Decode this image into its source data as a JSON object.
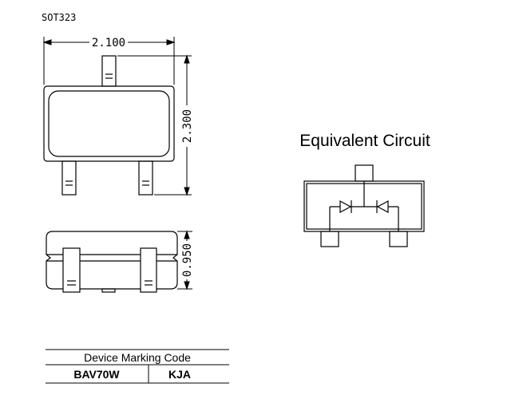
{
  "package_name": "SOT323",
  "dimensions": {
    "width": "2.100",
    "height": "2.300",
    "thickness": "0.950"
  },
  "circuit_title": "Equivalent Circuit",
  "marking_table": {
    "header": "Device Marking Code",
    "part": "BAV70W",
    "code": "KJA"
  }
}
